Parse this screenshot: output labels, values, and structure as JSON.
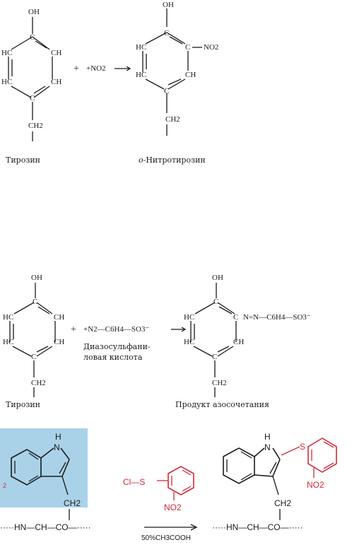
{
  "colors": {
    "ink": "#1a1a1a",
    "reagent_red": "#d4283a",
    "box_blue": "#a9d2e8"
  },
  "reaction1": {
    "reactant": {
      "oh": "OH",
      "hc_upper": "HC",
      "ch_upper": "CH",
      "hc_lower": "HC",
      "ch_lower": "CH",
      "c_top": "C",
      "c_bottom": "C",
      "ch2": "CH2",
      "name": "Тирозин"
    },
    "plus": "+",
    "reagent": "+NO2",
    "arrow": "→",
    "product": {
      "oh": "OH",
      "hc_upper": "HC",
      "c_no2": "C",
      "no2": "NO2",
      "hc_lower": "HC",
      "ch_lower": "CH",
      "c_top": "C",
      "c_bottom": "C",
      "ch2": "CH2",
      "name_prefix": "o-",
      "name": "Нитротирозин"
    }
  },
  "reaction2": {
    "reactant": {
      "oh": "OH",
      "hc_upper": "HC",
      "ch_upper": "CH",
      "hc_lower": "HC",
      "ch_lower": "CH",
      "c_top": "C",
      "c_bottom": "C",
      "ch2": "CH2",
      "name": "Тирозин"
    },
    "plus": "+",
    "reagent": "+N2—C6H4—SO3⁻",
    "reagent_name_line1": "Диазосульфани-",
    "reagent_name_line2": "ловая кислота",
    "arrow": "→",
    "product": {
      "oh": "OH",
      "hc_upper": "HC",
      "c_azo": "C",
      "azo": "N=N—C6H4—SO3⁻",
      "hc_lower": "HC",
      "ch_lower": "CH",
      "c_top": "C",
      "c_bottom": "C",
      "ch2": "CH2",
      "name": "Продукт азосочетания"
    }
  },
  "reaction3": {
    "box_number": "2",
    "reactant": {
      "nh": "H",
      "n": "N",
      "ch2": "CH2",
      "chain": "·····HN—CH—CO—·····"
    },
    "reagent": {
      "cl_s": "Cl—S",
      "no2": "NO2"
    },
    "conditions": "50%CH3COOH",
    "product": {
      "h": "H",
      "n": "N",
      "s": "S",
      "no2": "NO2",
      "ch2": "CH2",
      "chain": "·····HN—CH—CO—·····"
    }
  }
}
